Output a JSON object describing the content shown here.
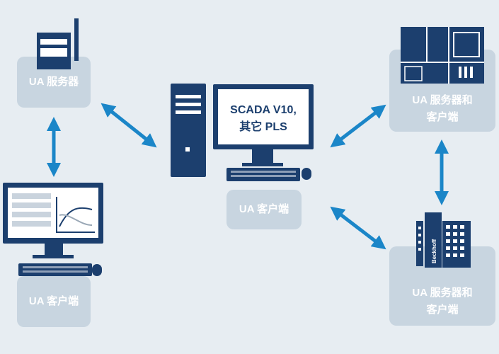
{
  "nodes": {
    "ua_server_top_left": {
      "label": "UA 服务器"
    },
    "ua_client_bottom_left": {
      "label": "UA 客户端"
    },
    "ua_client_center": {
      "label": "UA 客户端",
      "screen_line1": "SCADA V10,",
      "screen_line2": "其它 PLS"
    },
    "ua_server_client_top_right": {
      "label_line1": "UA 服务器和",
      "label_line2": "客户端"
    },
    "ua_server_client_bottom_right": {
      "label_line1": "UA 服务器和",
      "label_line2": "客户端",
      "brand": "Beckhoff"
    }
  },
  "colors": {
    "background": "#e7edf2",
    "box": "#c8d5e0",
    "device": "#1c3f6e",
    "arrow": "#1b86c8"
  },
  "icons": [
    "wireless-device-icon",
    "computer-with-chart-icon",
    "desktop-computer-icon",
    "control-cabinet-icon",
    "plc-controller-icon",
    "double-arrow-icon"
  ]
}
